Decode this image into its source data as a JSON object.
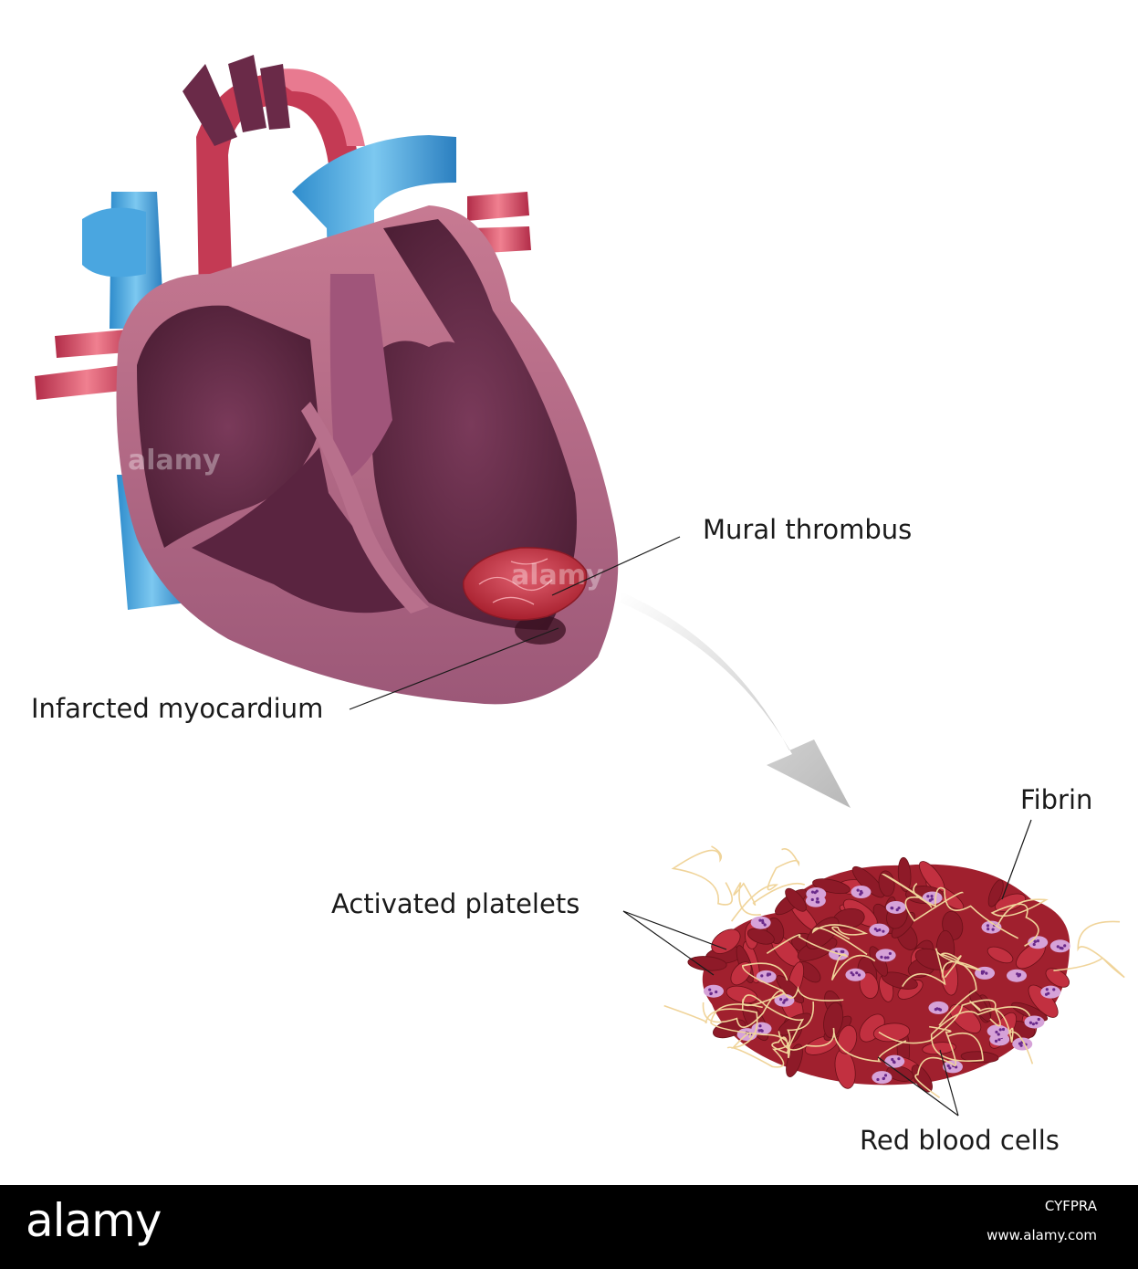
{
  "labels": {
    "mural_thrombus": "Mural thrombus",
    "infarcted_myocardium": "Infarcted myocardium",
    "fibrin": "Fibrin",
    "activated_platelets": "Activated platelets",
    "red_blood_cells": "Red blood cells"
  },
  "footer": {
    "logo": "alamy",
    "image_id": "CYFPRA",
    "url": "www.alamy.com"
  },
  "watermarks": [
    "alamy",
    "alamy"
  ],
  "colors": {
    "vein_blue": "#3f9fdc",
    "artery_red": "#c43a54",
    "heart_wall": "#a65a78",
    "chamber": "#5e2840",
    "thrombus": "#c0303a",
    "fibrin": "#f0d49a",
    "platelet": "#c68ac8",
    "arrow_gray": "#bdbdbd"
  }
}
